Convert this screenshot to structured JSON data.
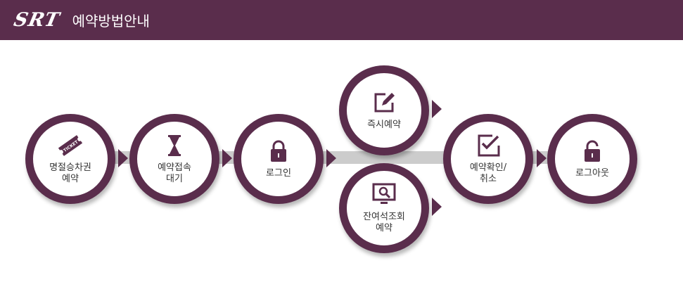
{
  "header": {
    "logo": "SRT",
    "title": "예약방법안내"
  },
  "steps": {
    "seat_select": {
      "label": "명절승차권\n예약",
      "icon": "ticket-icon"
    },
    "queue": {
      "label": "예약접속\n대기",
      "icon": "hourglass-icon"
    },
    "login": {
      "label": "로그인",
      "icon": "lock-icon"
    },
    "instant": {
      "label": "즉시예약",
      "icon": "edit-icon"
    },
    "remaining": {
      "label": "잔여석조회\n예약",
      "icon": "monitor-search-icon"
    },
    "confirm": {
      "label": "예약확인/\n취소",
      "icon": "checkbox-icon"
    },
    "logout": {
      "label": "로그아웃",
      "icon": "unlock-icon"
    }
  },
  "ticket_text": "TICKET",
  "colors": {
    "brand": "#5a2d4c",
    "connector": "#cccccc",
    "label": "#333333"
  }
}
